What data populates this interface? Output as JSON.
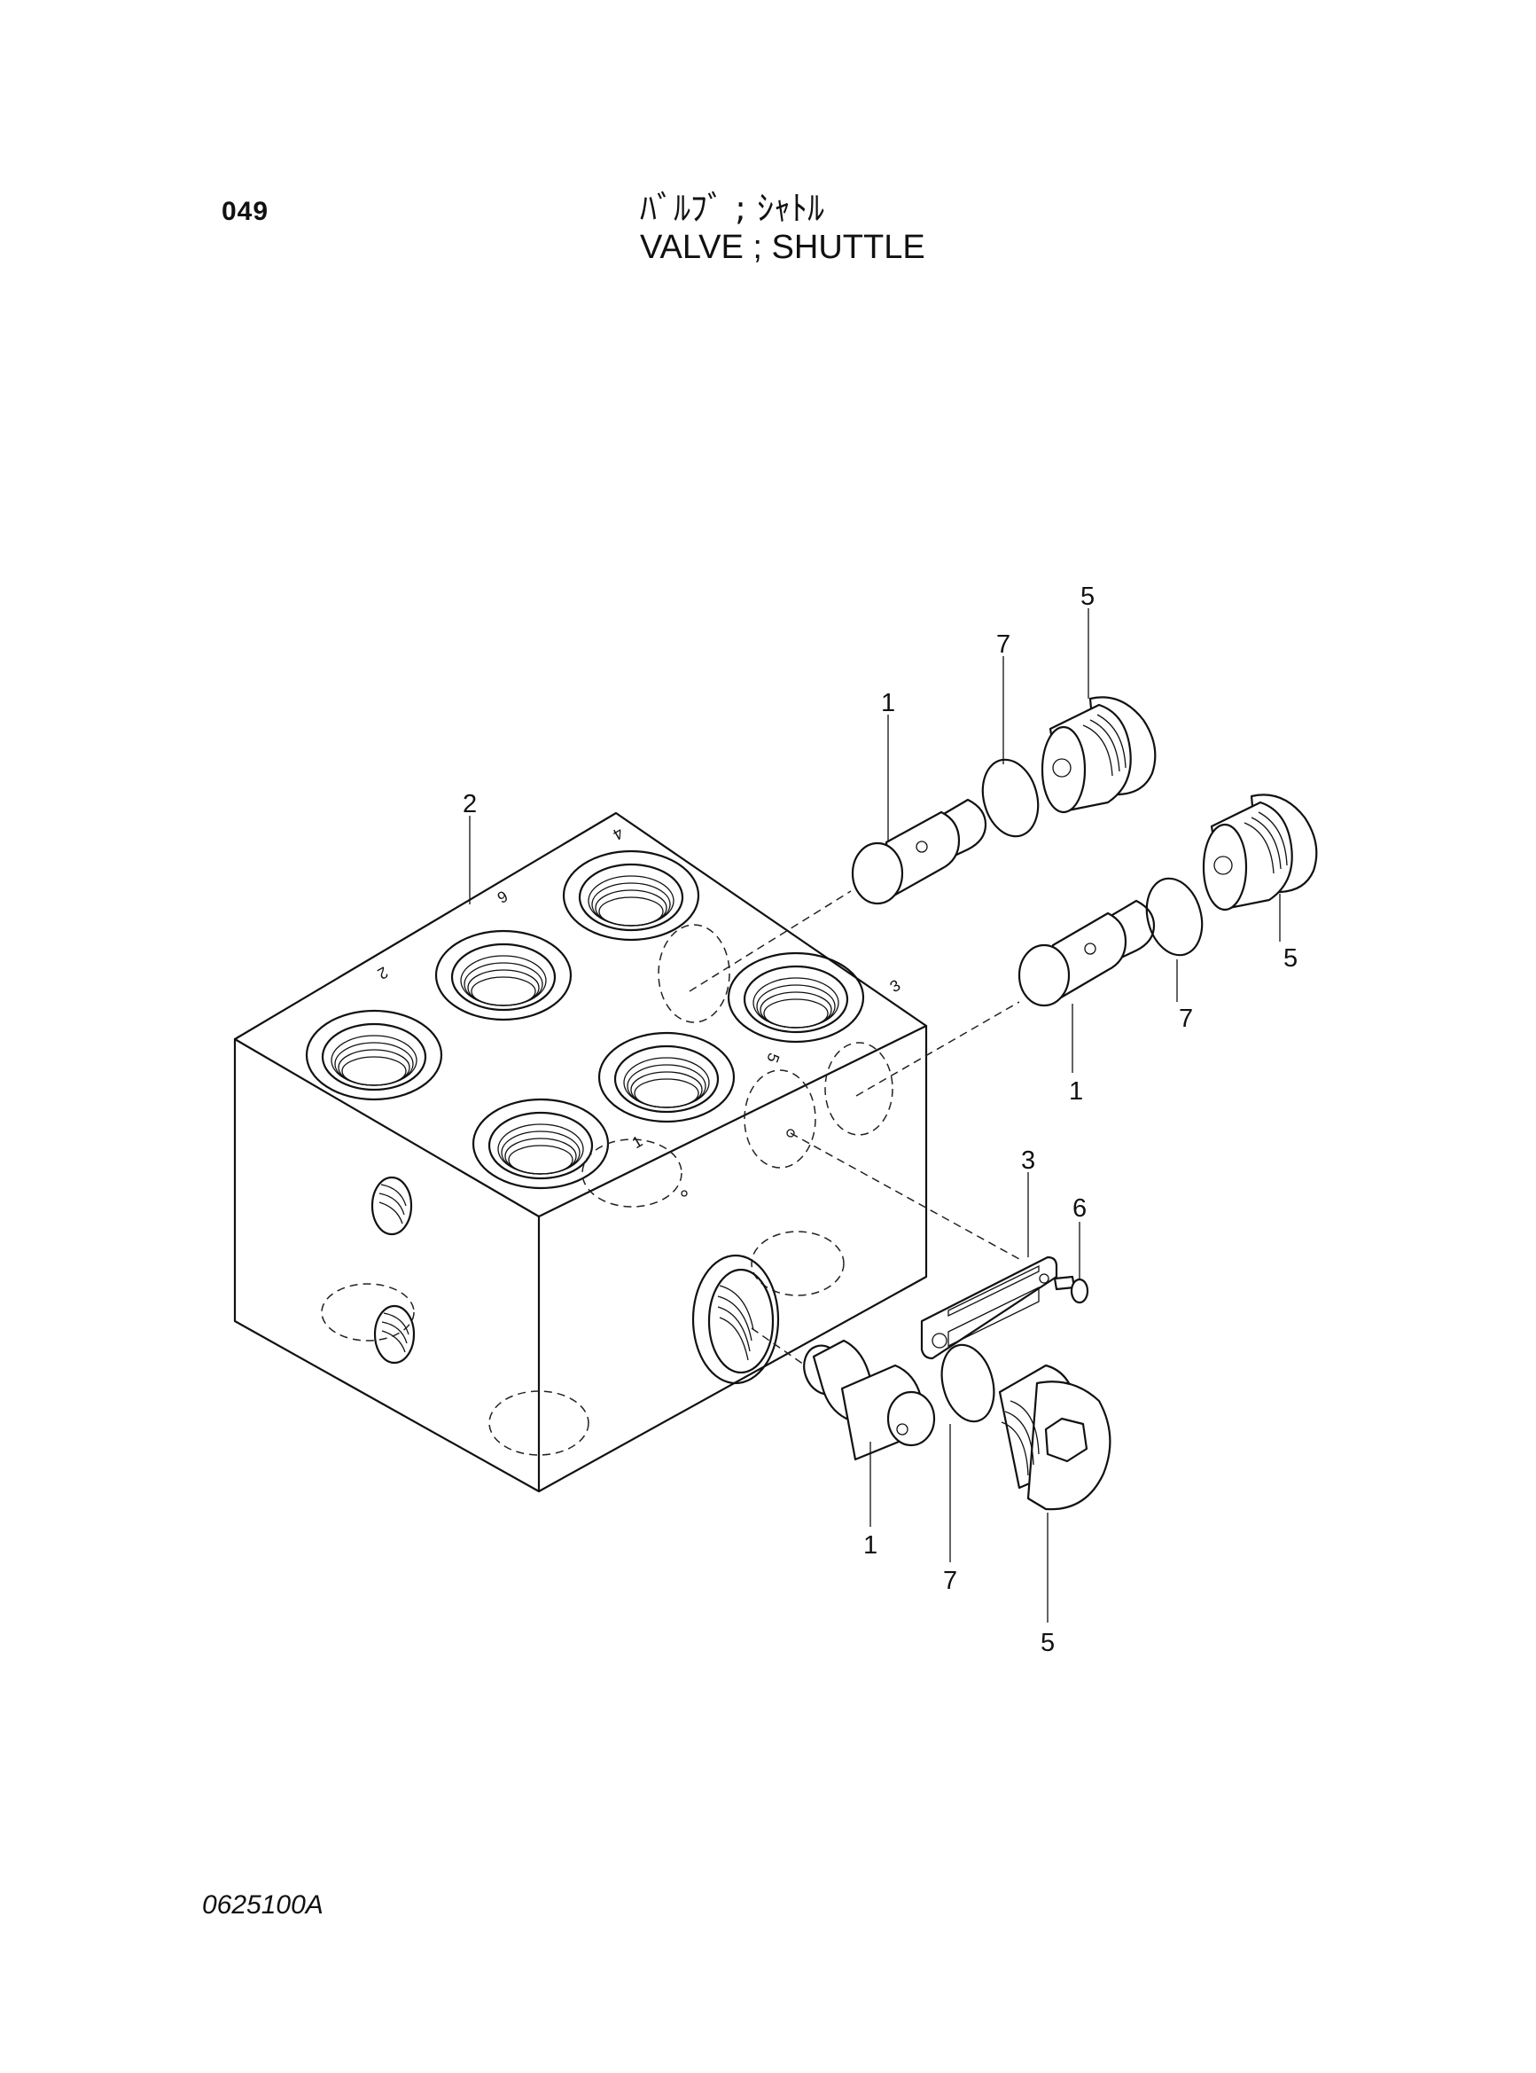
{
  "header": {
    "page_number": "049",
    "title_jp": "ﾊﾞﾙﾌﾞ ; ｼｬﾄﾙ",
    "title_en": "VALVE ; SHUTTLE"
  },
  "footer": {
    "drawing_number": "0625100A"
  },
  "diagram": {
    "callouts": [
      {
        "id": "callout-5-top",
        "label": "5"
      },
      {
        "id": "callout-7-top",
        "label": "7"
      },
      {
        "id": "callout-1-top",
        "label": "1"
      },
      {
        "id": "callout-2",
        "label": "2"
      },
      {
        "id": "callout-5-right",
        "label": "5"
      },
      {
        "id": "callout-7-right",
        "label": "7"
      },
      {
        "id": "callout-1-right",
        "label": "1"
      },
      {
        "id": "callout-3",
        "label": "3"
      },
      {
        "id": "callout-6",
        "label": "6"
      },
      {
        "id": "callout-1-bottom",
        "label": "1"
      },
      {
        "id": "callout-7-bottom",
        "label": "7"
      },
      {
        "id": "callout-5-bottom",
        "label": "5"
      }
    ],
    "port_numbers": [
      "4",
      "6",
      "2",
      "3",
      "5",
      "1"
    ]
  }
}
